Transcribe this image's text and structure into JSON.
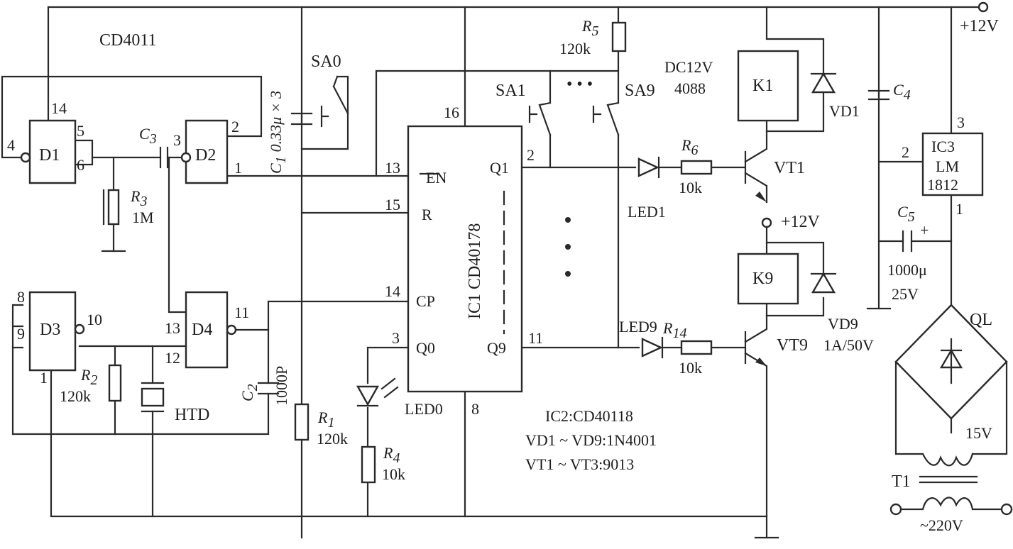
{
  "supply_top": "+12V",
  "supply_mid": "+12V",
  "cd4011_label": "CD4011",
  "gates": {
    "d1": "D1",
    "d2": "D2",
    "d3": "D3",
    "d4": "D4"
  },
  "pins": {
    "d1_14": "14",
    "d1_4": "4",
    "d1_5": "5",
    "d1_6": "6",
    "d2_3": "3",
    "d2_2": "2",
    "d2_1": "1",
    "d3_8": "8",
    "d3_9": "9",
    "d3_10": "10",
    "d3_1": "1",
    "d4_13": "13",
    "d4_12": "12",
    "d4_11": "11",
    "ic1_16": "16",
    "ic1_13": "13",
    "ic1_15": "15",
    "ic1_14": "14",
    "ic1_3": "3",
    "ic1_8": "8",
    "ic1_2": "2",
    "ic1_11": "11",
    "ic3_3": "3",
    "ic3_2": "2",
    "ic3_1": "1"
  },
  "c3": {
    "name": "C",
    "sub": "3"
  },
  "c1": {
    "name": "C",
    "sub": "1",
    "value": "0.33μ × 3"
  },
  "c2": {
    "name": "C",
    "sub": "2",
    "value": "1000P"
  },
  "r3": {
    "name": "R",
    "sub": "3",
    "value": "1M"
  },
  "r2": {
    "name": "R",
    "sub": "2",
    "value": "120k"
  },
  "r1": {
    "name": "R",
    "sub": "1",
    "value": "120k"
  },
  "r4": {
    "name": "R",
    "sub": "4",
    "value": "10k"
  },
  "r5": {
    "name": "R",
    "sub": "5",
    "value": "120k"
  },
  "r6": {
    "name": "R",
    "sub": "6",
    "value": "10k"
  },
  "r14": {
    "name": "R",
    "sub": "14",
    "value": "10k"
  },
  "htd": "HTD",
  "sa0": "SA0",
  "sa1": "SA1",
  "sa9": "SA9",
  "ic1": {
    "name": "IC1 CD40178",
    "en": "EN",
    "r": "R",
    "cp": "CP",
    "q0": "Q0",
    "q1": "Q1",
    "q9": "Q9"
  },
  "led0": "LED0",
  "led1": "LED1",
  "led9": "LED9",
  "relay_spec1": "DC12V",
  "relay_spec2": "4088",
  "k1": "K1",
  "k9": "K9",
  "vd1": "VD1",
  "vd9": "VD9",
  "vd9_rating": "1A/50V",
  "vt1": "VT1",
  "vt9": "VT9",
  "c4": {
    "name": "C",
    "sub": "4"
  },
  "c5": {
    "name": "C",
    "sub": "5",
    "value": "1000μ",
    "voltage": "25V"
  },
  "ic3": {
    "line1": "IC3",
    "line2": "LM",
    "line3": "1812"
  },
  "ql": "QL",
  "v15": "15V",
  "t1": "T1",
  "mains": "~220V",
  "notes": {
    "line1": "IC2:CD40118",
    "line2": "VD1 ~ VD9:1N4001",
    "line3": "VT1 ~ VT3:9013"
  },
  "dots": "• • •"
}
